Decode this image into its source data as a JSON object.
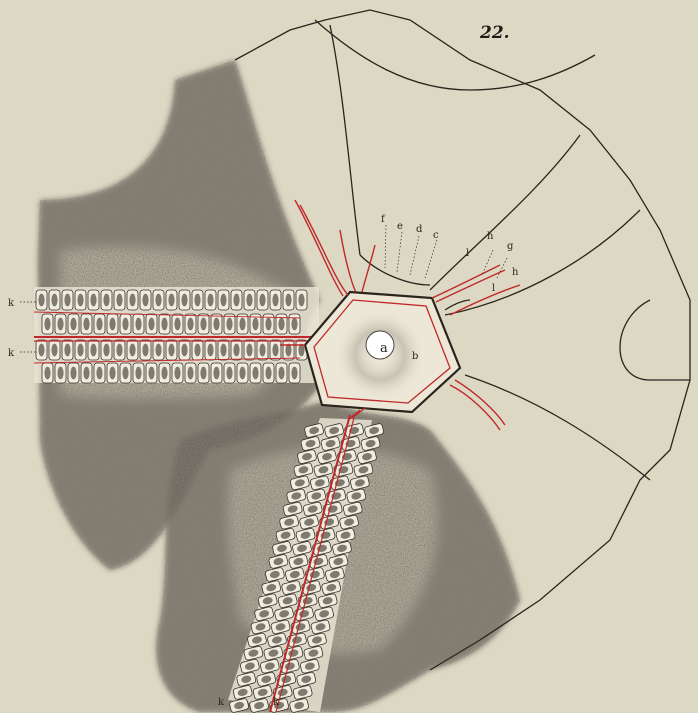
{
  "plate": {
    "number": "22.",
    "colors": {
      "paper": "#ddd8c4",
      "stipple": "#3b362f",
      "red_line": "#c0282a",
      "ink": "#2a241c"
    }
  },
  "labels": {
    "a": "a",
    "b": "b",
    "c": "c",
    "d": "d",
    "e": "e",
    "f": "f",
    "g": "g",
    "h": "h",
    "l": "l",
    "k": "k"
  }
}
